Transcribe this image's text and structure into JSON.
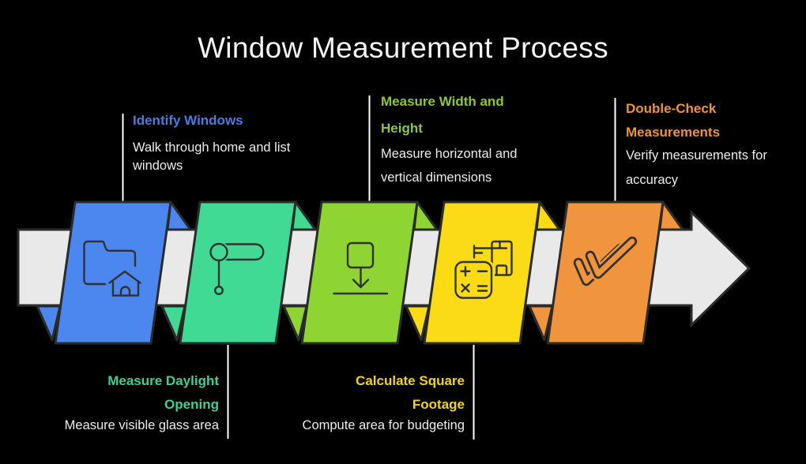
{
  "title": "Window Measurement Process",
  "colors": {
    "background": "#000000",
    "title_text": "#f4f4f4",
    "description_text": "#ededed",
    "arrow_fill": "#e9e9e9",
    "outline": "#2b2b2b",
    "icon_stroke": "#323232",
    "connector_line": "#ffffff"
  },
  "steps": [
    {
      "heading": "Identify Windows",
      "description": "Walk through home and list windows",
      "heading_color": "#4a7ce2",
      "banner_color": "#4c87f0",
      "icon": "folder-home-icon",
      "label_position": "top"
    },
    {
      "heading": "Measure Daylight Opening",
      "description": "Measure visible glass area",
      "heading_color": "#3fd192",
      "banner_color": "#41da94",
      "icon": "tape-measure-icon",
      "label_position": "bottom"
    },
    {
      "heading": "Measure Width and Height",
      "description": "Measure horizontal and vertical dimensions",
      "heading_color": "#8cc83e",
      "banner_color": "#8ed433",
      "icon": "measure-down-icon",
      "label_position": "top"
    },
    {
      "heading": "Calculate Square Footage",
      "description": "Compute area for budgeting",
      "heading_color": "#f3d513",
      "banner_color": "#fadb15",
      "icon": "calculator-receipt-icon",
      "label_position": "bottom"
    },
    {
      "heading": "Double-Check Measurements",
      "description": "Verify measurements for accuracy",
      "heading_color": "#eb9440",
      "banner_color": "#f0943e",
      "icon": "double-check-icon",
      "label_position": "top"
    }
  ]
}
